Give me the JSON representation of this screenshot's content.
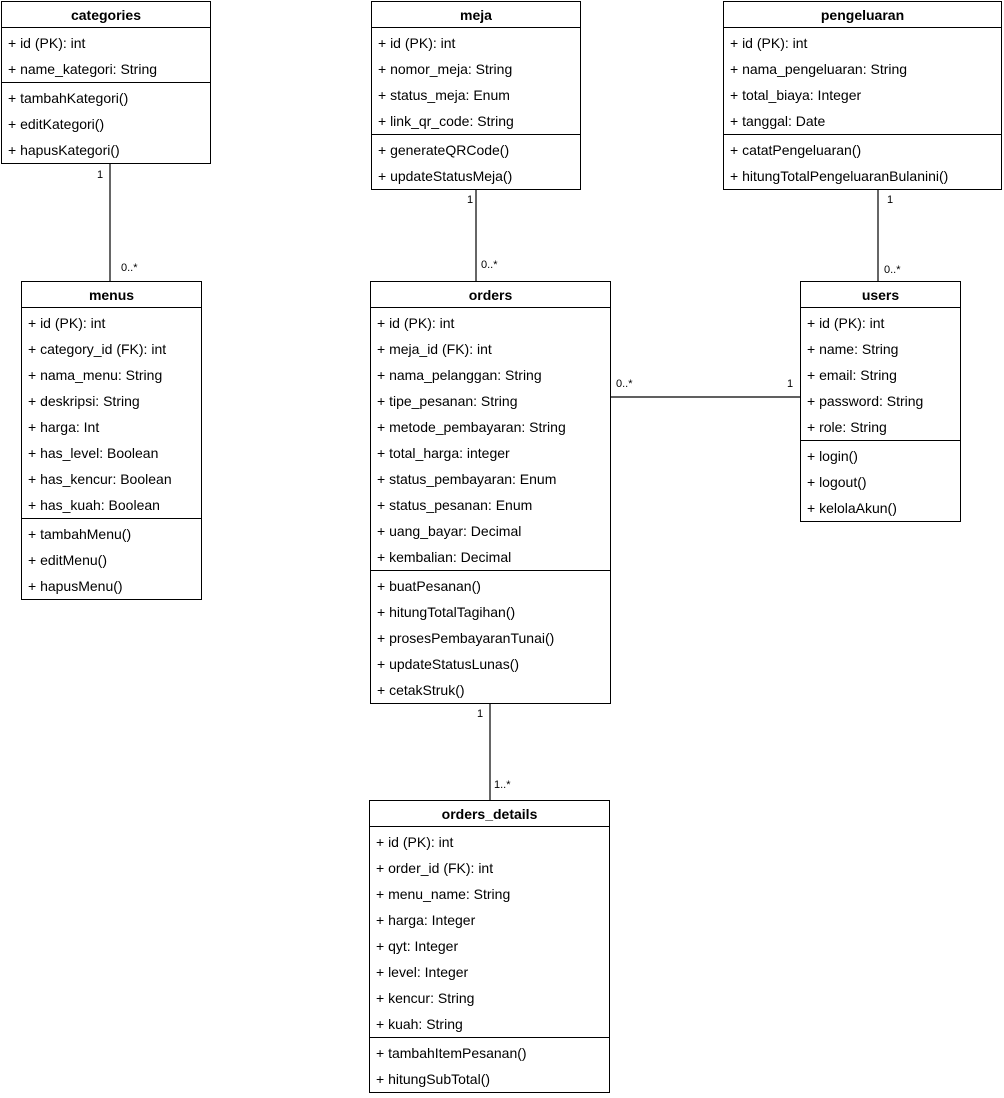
{
  "classes": {
    "categories": {
      "name": "categories",
      "attributes": [
        "+ id (PK): int",
        "+ name_kategori: String"
      ],
      "methods": [
        "+ tambahKategori()",
        "+ editKategori()",
        "+ hapusKategori()"
      ]
    },
    "meja": {
      "name": "meja",
      "attributes": [
        "+ id (PK): int",
        "+ nomor_meja: String",
        "+ status_meja: Enum",
        "+ link_qr_code: String"
      ],
      "methods": [
        "+ generateQRCode()",
        "+ updateStatusMeja()"
      ]
    },
    "pengeluaran": {
      "name": "pengeluaran",
      "attributes": [
        "+ id (PK): int",
        "+ nama_pengeluaran: String",
        "+ total_biaya: Integer",
        "+ tanggal: Date"
      ],
      "methods": [
        "+ catatPengeluaran()",
        "+ hitungTotalPengeluaranBulanini()"
      ]
    },
    "menus": {
      "name": "menus",
      "attributes": [
        "+ id (PK): int",
        "+ category_id (FK): int",
        "+ nama_menu: String",
        "+ deskripsi: String",
        "+ harga: Int",
        "+ has_level: Boolean",
        "+ has_kencur: Boolean",
        "+ has_kuah: Boolean"
      ],
      "methods": [
        "+ tambahMenu()",
        "+ editMenu()",
        "+ hapusMenu()"
      ]
    },
    "orders": {
      "name": "orders",
      "attributes": [
        "+ id (PK): int",
        "+ meja_id (FK): int",
        "+ nama_pelanggan: String",
        "+ tipe_pesanan: String",
        "+ metode_pembayaran: String",
        "+ total_harga: integer",
        "+ status_pembayaran: Enum",
        "+ status_pesanan: Enum",
        "+ uang_bayar: Decimal",
        "+ kembalian: Decimal"
      ],
      "methods": [
        "+ buatPesanan()",
        "+ hitungTotalTagihan()",
        "+ prosesPembayaranTunai()",
        "+ updateStatusLunas()",
        "+ cetakStruk()"
      ]
    },
    "users": {
      "name": "users",
      "attributes": [
        "+ id (PK): int",
        "+ name: String",
        "+ email: String",
        "+ password: String",
        "+ role: String"
      ],
      "methods": [
        "+ login()",
        "+ logout()",
        "+ kelolaAkun()"
      ]
    },
    "orders_details": {
      "name": "orders_details",
      "attributes": [
        "+ id (PK): int",
        "+ order_id (FK): int",
        "+ menu_name: String",
        "+ harga: Integer",
        "+ qyt: Integer",
        "+ level: Integer",
        "+ kencur: String",
        "+ kuah: String"
      ],
      "methods": [
        "+ tambahItemPesanan()",
        "+ hitungSubTotal()"
      ]
    }
  },
  "relationships": {
    "categories_menus": {
      "from": "categories",
      "to": "menus",
      "from_mult": "1",
      "to_mult": "0..*"
    },
    "meja_orders": {
      "from": "meja",
      "to": "orders",
      "from_mult": "1",
      "to_mult": "0..*"
    },
    "pengeluaran_users": {
      "from": "pengeluaran",
      "to": "users",
      "from_mult": "1",
      "to_mult": "0..*"
    },
    "orders_users": {
      "from": "orders",
      "to": "users",
      "from_mult": "0..*",
      "to_mult": "1"
    },
    "orders_orders_details": {
      "from": "orders",
      "to": "orders_details",
      "from_mult": "1",
      "to_mult": "1..*"
    }
  },
  "colors": {
    "line": "#000000",
    "background": "#ffffff"
  }
}
